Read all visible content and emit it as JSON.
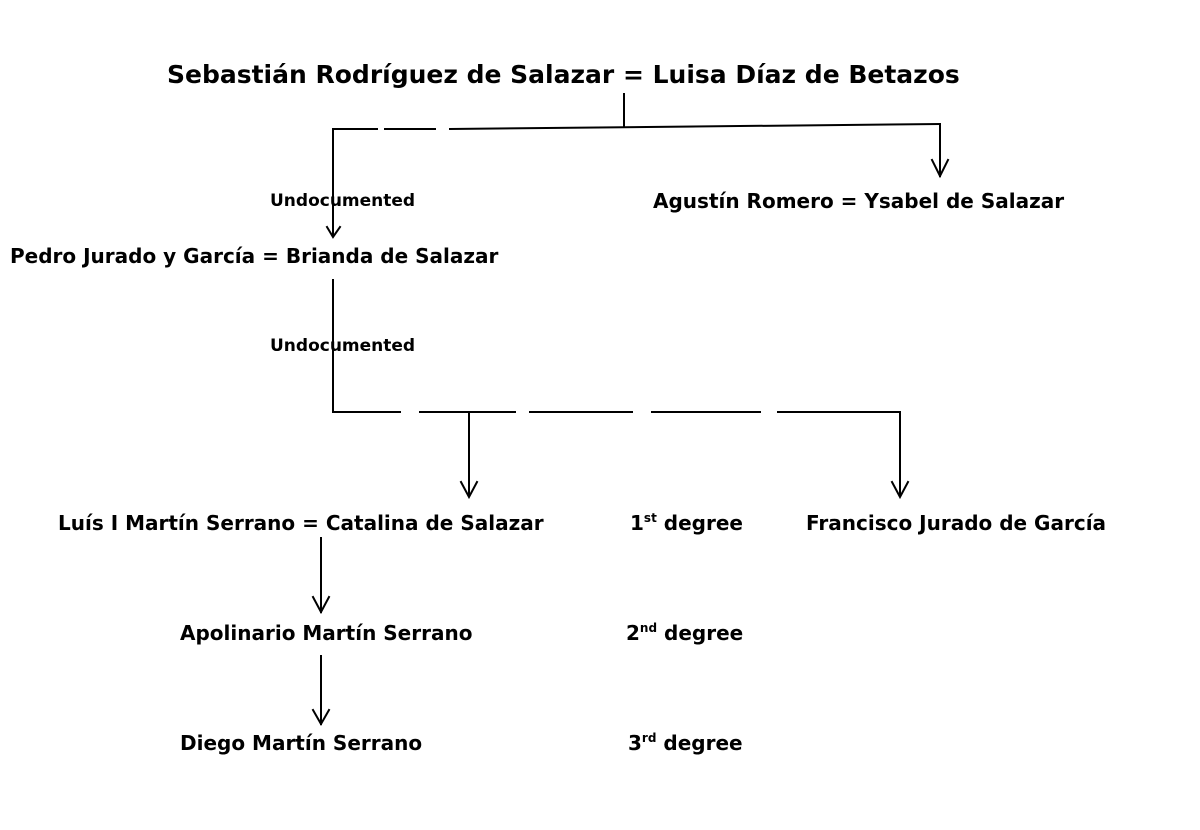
{
  "couples": {
    "root": "Sebastián Rodríguez de Salazar = Luisa Díaz de Betazos",
    "ysabel": "Agustín Romero = Ysabel de Salazar",
    "brianda": "Pedro Jurado y García = Brianda de Salazar",
    "catalina": "Luís I Martín Serrano = Catalina de Salazar"
  },
  "people": {
    "francisco": "Francisco Jurado de García",
    "apolinario": "Apolinario Martín Serrano",
    "diego": "Diego Martín Serrano"
  },
  "notes": {
    "undocumented_1": "Undocumented",
    "undocumented_2": "Undocumented"
  },
  "degrees": [
    {
      "num": "1",
      "sup": "st",
      "word": "degree"
    },
    {
      "num": "2",
      "sup": "nd",
      "word": "degree"
    },
    {
      "num": "3",
      "sup": "rd",
      "word": "degree"
    }
  ],
  "colors": {
    "line": "#000000",
    "text": "#000000",
    "background": "#ffffff"
  }
}
